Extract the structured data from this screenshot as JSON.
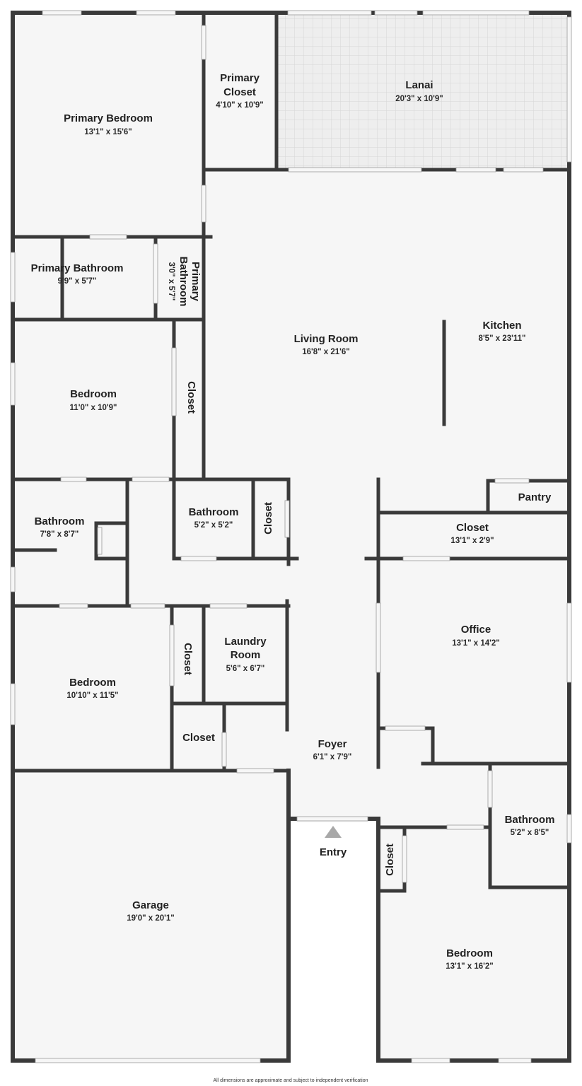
{
  "rooms": {
    "primary_bedroom": {
      "name": "Primary Bedroom",
      "dims": "13'1\" x 15'6\""
    },
    "primary_closet": {
      "name_line1": "Primary",
      "name_line2": "Closet",
      "dims": "4'10\" x 10'9\""
    },
    "lanai": {
      "name": "Lanai",
      "dims": "20'3\" x 10'9\""
    },
    "primary_bathroom": {
      "name": "Primary Bathroom",
      "dims": "9'9\" x 5'7\""
    },
    "primary_bathroom_small": {
      "name_line1": "Primary",
      "name_line2": "Bathroom",
      "dims": "3'0\" x 5'7\""
    },
    "living_room": {
      "name": "Living Room",
      "dims": "16'8\" x 21'6\""
    },
    "kitchen": {
      "name": "Kitchen",
      "dims": "8'5\" x 23'11\""
    },
    "bedroom_2": {
      "name": "Bedroom",
      "dims": "11'0\" x 10'9\""
    },
    "closet_bedroom_2": {
      "name": "Closet"
    },
    "bathroom_left": {
      "name": "Bathroom",
      "dims": "7'8\" x 8'7\""
    },
    "bathroom_center": {
      "name": "Bathroom",
      "dims": "5'2\" x 5'2\""
    },
    "closet_center": {
      "name": "Closet"
    },
    "pantry": {
      "name": "Pantry"
    },
    "closet_kitchen": {
      "name": "Closet",
      "dims": "13'1\" x 2'9\""
    },
    "office": {
      "name": "Office",
      "dims": "13'1\" x 14'2\""
    },
    "bedroom_3": {
      "name": "Bedroom",
      "dims": "10'10\" x 11'5\""
    },
    "closet_bedroom_3": {
      "name": "Closet"
    },
    "laundry_room": {
      "name_line1": "Laundry",
      "name_line2": "Room",
      "dims": "5'6\" x 6'7\""
    },
    "closet_foyer": {
      "name": "Closet"
    },
    "foyer": {
      "name": "Foyer",
      "dims": "6'1\" x 7'9\""
    },
    "bathroom_right": {
      "name": "Bathroom",
      "dims": "5'2\" x 8'5\""
    },
    "closet_bedroom_4": {
      "name": "Closet"
    },
    "garage": {
      "name": "Garage",
      "dims": "19'0\" x 20'1\""
    },
    "bedroom_4": {
      "name": "Bedroom",
      "dims": "13'1\" x 16'2\""
    }
  },
  "entry_label": "Entry",
  "disclaimer": "All dimensions are approximate and subject to independent verification",
  "colors": {
    "wall": "#3a3a3a",
    "floor": "#f6f6f6",
    "lanai_floor": "#ebebeb",
    "entry_arrow": "#a8a8a8",
    "text": "#222222"
  }
}
